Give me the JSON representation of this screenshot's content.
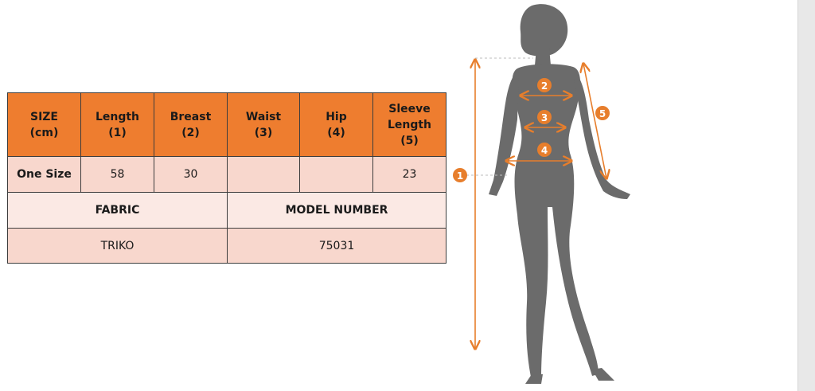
{
  "table": {
    "headers": [
      {
        "line1": "SIZE",
        "line2": "(cm)",
        "line3": ""
      },
      {
        "line1": "Length",
        "line2": "(1)",
        "line3": ""
      },
      {
        "line1": "Breast",
        "line2": "(2)",
        "line3": ""
      },
      {
        "line1": "Waist",
        "line2": "(3)",
        "line3": ""
      },
      {
        "line1": "Hip",
        "line2": "(4)",
        "line3": ""
      },
      {
        "line1": "Sleeve",
        "line2": "Length",
        "line3": "(5)"
      }
    ],
    "size_row": [
      "One Size",
      "58",
      "30",
      "",
      "",
      "23"
    ],
    "fabric_label": "FABRIC",
    "model_label": "MODEL NUMBER",
    "fabric_value": "TRIKO",
    "model_value": "75031"
  },
  "figure": {
    "markers": [
      "1",
      "2",
      "3",
      "4",
      "5"
    ],
    "colors": {
      "accent": "#e77e2c",
      "silhouette": "#6b6b6b"
    }
  }
}
